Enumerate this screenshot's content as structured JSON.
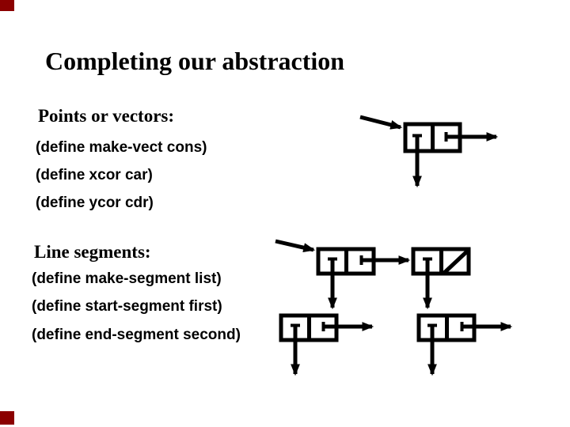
{
  "slide": {
    "title": "Completing our abstraction",
    "sections": [
      {
        "heading": "Points or vectors:",
        "lines": [
          "(define make-vect cons)",
          "(define xcor car)",
          "(define ycor cdr)"
        ]
      },
      {
        "heading": "Line segments:",
        "lines": [
          "(define make-segment list)",
          "(define start-segment first)",
          "(define end-segment second)"
        ]
      }
    ]
  },
  "colors": {
    "background": "#ffffff",
    "text": "#000000",
    "diagram_ink": "#000000",
    "corner_marker": "#8b0000"
  },
  "diagram_data": {
    "type": "box-and-pointer",
    "structures": [
      {
        "name": "vector cons cell",
        "incoming_arrow": "from upper-left",
        "cells": [
          {
            "car": "arrow-down",
            "cdr": "arrow-right"
          }
        ]
      },
      {
        "name": "segment list spine",
        "incoming_arrow": "from upper-left",
        "cells": [
          {
            "car": "arrow-down-to-start-vect",
            "cdr": "arrow-right-to-next-cell"
          },
          {
            "car": "arrow-down-to-end-vect",
            "cdr": "nil-slash"
          }
        ]
      },
      {
        "name": "start vect cons cell",
        "cells": [
          {
            "car": "arrow-down",
            "cdr": "arrow-right"
          }
        ]
      },
      {
        "name": "end vect cons cell",
        "cells": [
          {
            "car": "arrow-down",
            "cdr": "arrow-right"
          }
        ]
      }
    ]
  }
}
